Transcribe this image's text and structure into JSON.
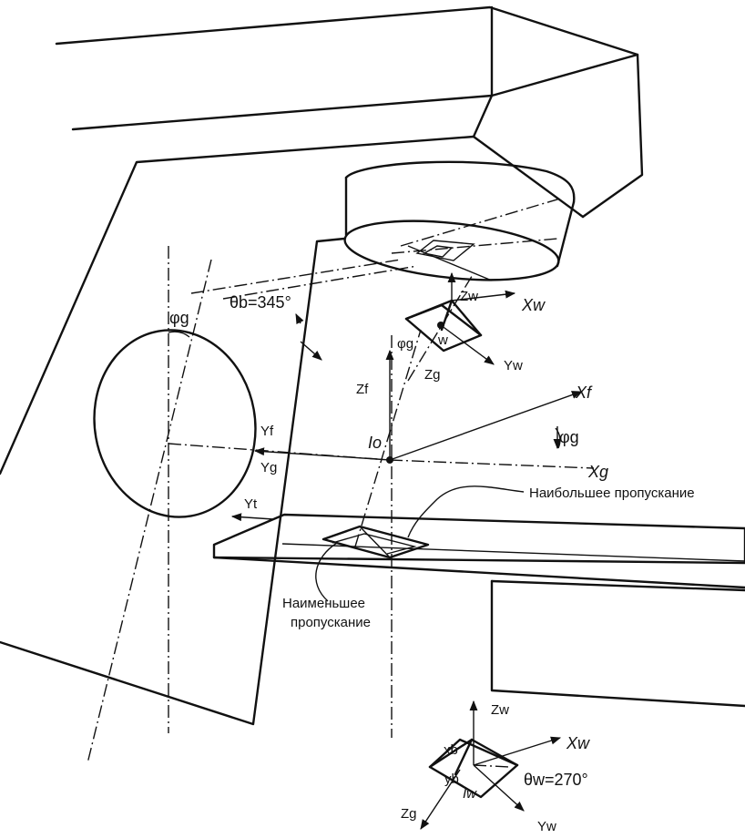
{
  "labels": {
    "theta_b": "θb=345°",
    "phi_g_left": "φg",
    "phi_g_center": "φg",
    "phi_g_right": "φg",
    "zw_top": "Zw",
    "xw_top": "Xw",
    "yw_top": "Yw",
    "w_top": "w",
    "zg_top": "Zg",
    "zf": "Zf",
    "xf": "Xf",
    "io": "Io",
    "xg": "Xg",
    "yf": "Yf",
    "yg": "Yg",
    "yt": "Yt",
    "max_transmission": "Наибольшее пропускание",
    "min_transmission_line1": "Наименьшее",
    "min_transmission_line2": "пропускание",
    "zw_bottom": "Zw",
    "xw_bottom": "Xw",
    "xb": "xb",
    "yb": "yb",
    "iw": "Iw",
    "theta_w": "θw=270°",
    "zg_bottom": "Zg",
    "yw_bottom": "Yw"
  }
}
